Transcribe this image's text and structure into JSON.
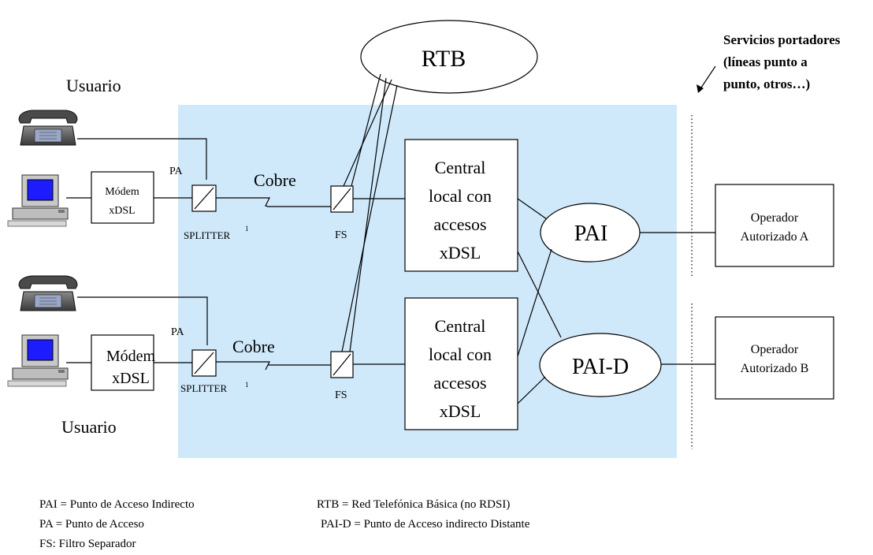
{
  "title_rtb": "RTB",
  "bearer_services": {
    "line1": "Servicios portadores",
    "line2": "(líneas punto a",
    "line3": "punto, otros…)"
  },
  "users": {
    "top": "Usuario",
    "bottom": "Usuario"
  },
  "modem": {
    "line1": "Módem",
    "line2": "xDSL"
  },
  "pa_label": "PA",
  "splitter_label": "SPLITTER",
  "splitter_note": "1",
  "cobre_label": "Cobre",
  "fs_label": "FS",
  "central": {
    "line1": "Central",
    "line2": "local con",
    "line3": "accesos",
    "line4": "xDSL"
  },
  "pai_label": "PAI",
  "paid_label": "PAI-D",
  "operator_a": {
    "line1": "Operador",
    "line2": "Autorizado A"
  },
  "operator_b": {
    "line1": "Operador",
    "line2": "Autorizado B"
  },
  "legend": {
    "pai": "PAI = Punto de  Acceso Indirecto",
    "pa": "PA  =  Punto de  Acceso",
    "fs": "FS: Filtro Separador",
    "rtb": "RTB = Red Telefónica Básica (no RDSI)",
    "paid": "PAI-D = Punto de Acceso indirecto Distante"
  },
  "colors": {
    "region": "#cfe9fb",
    "screen": "#1c1cff"
  }
}
